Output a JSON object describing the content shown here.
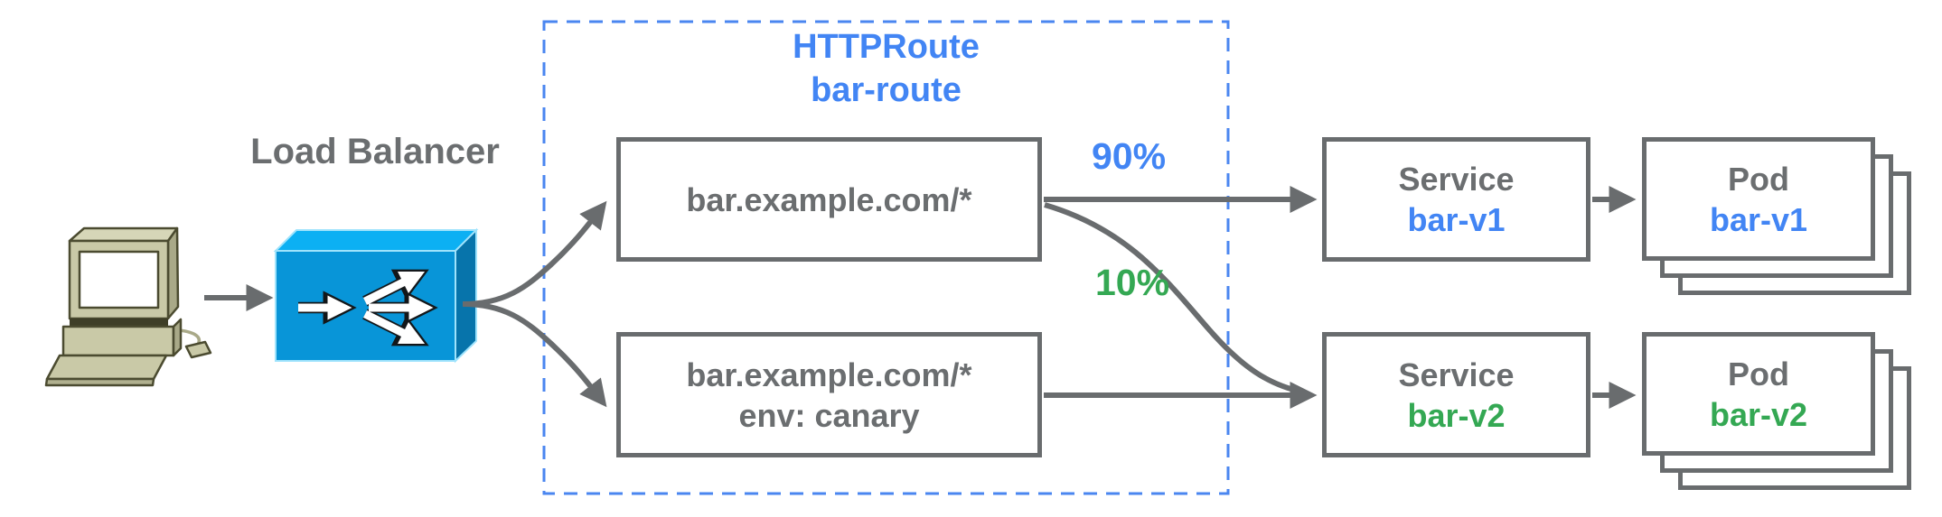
{
  "load_balancer": {
    "label": "Load Balancer",
    "icon": "load-balancer-3d-box-icon"
  },
  "client": {
    "icon": "desktop-computer-icon"
  },
  "httproute": {
    "kind": "HTTPRoute",
    "name": "bar-route"
  },
  "routes": [
    {
      "match": "bar.example.com/*"
    },
    {
      "match": "bar.example.com/*",
      "header_match": "env: canary"
    }
  ],
  "traffic_weights": [
    {
      "label": "90%",
      "target": "bar-v1"
    },
    {
      "label": "10%",
      "target": "bar-v2"
    }
  ],
  "services": [
    {
      "title": "Service",
      "name": "bar-v1"
    },
    {
      "title": "Service",
      "name": "bar-v2"
    }
  ],
  "pods": [
    {
      "title": "Pod",
      "name": "bar-v1",
      "stack_count": 3
    },
    {
      "title": "Pod",
      "name": "bar-v2",
      "stack_count": 3
    }
  ],
  "colors": {
    "blue_text": "#4285f4",
    "green_text": "#34a853",
    "gray_text": "#6b6e70",
    "gray_border": "#696c6e",
    "dashed_border": "#4a86f0",
    "lb_front": "#0895d8",
    "lb_top": "#0cb0f3",
    "lb_side": "#0774ab"
  }
}
